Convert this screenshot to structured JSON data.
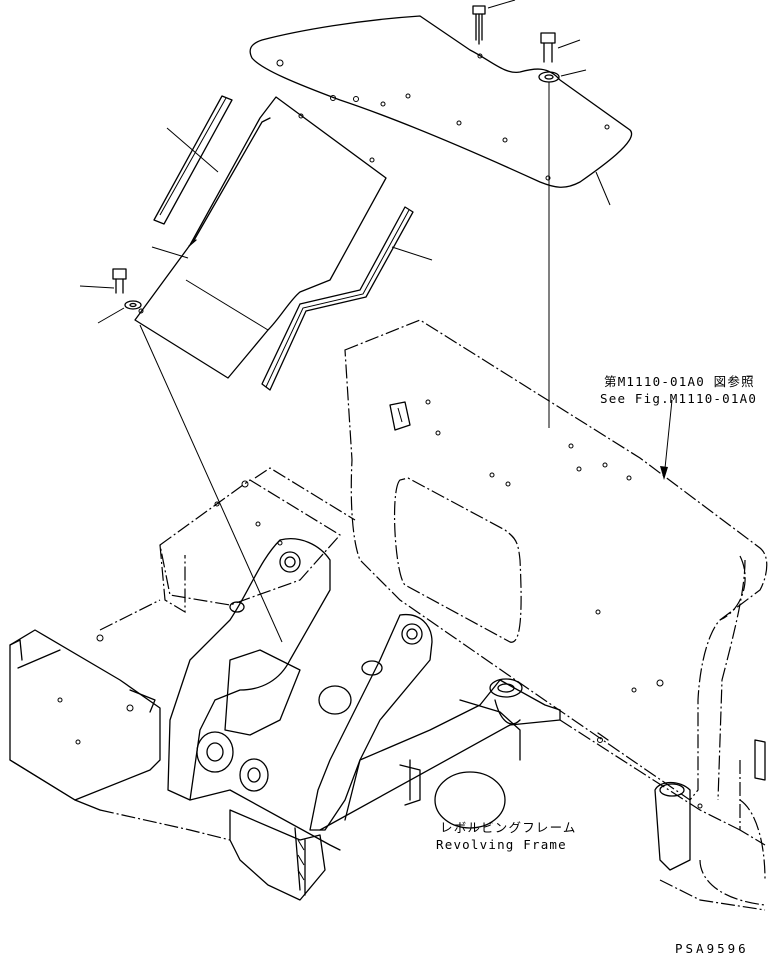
{
  "annotations": {
    "ref_jp": "第M1110-01A0 図参照",
    "ref_en": "See Fig.M1110-01A0",
    "frame_jp": "レボルビングフレーム",
    "frame_en": "Revolving Frame",
    "drawing_code": "PSA9596"
  }
}
